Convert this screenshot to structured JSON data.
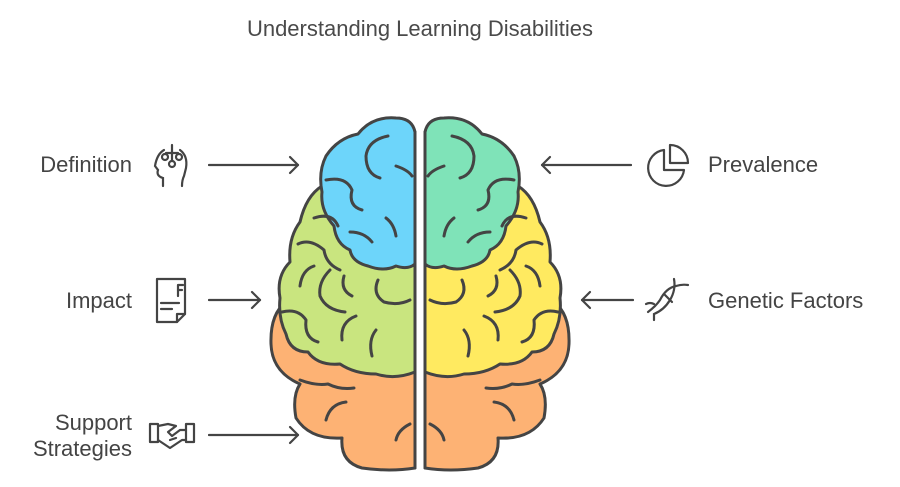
{
  "title": "Understanding Learning Disabilities",
  "left_items": [
    {
      "label": "Definition",
      "icon": "head-with-nodes-icon",
      "color": "#6dd5fa"
    },
    {
      "label": "Impact",
      "icon": "document-f-icon",
      "color": "#c9e57f"
    },
    {
      "label_line1": "Support",
      "label_line2": "Strategies",
      "icon": "handshake-icon",
      "color": "#fdb274"
    }
  ],
  "right_items": [
    {
      "label": "Prevalence",
      "icon": "pie-chart-icon",
      "color": "#7fe3b8"
    },
    {
      "label": "Genetic Factors",
      "icon": "dna-icon",
      "color": "#ffea60"
    }
  ],
  "colors": {
    "blue_lobe": "#6dd5fa",
    "green_lobe": "#c9e57f",
    "orange_lobe": "#fdb274",
    "teal_lobe": "#7fe3b8",
    "yellow_lobe": "#ffea60",
    "outline": "#444444"
  }
}
